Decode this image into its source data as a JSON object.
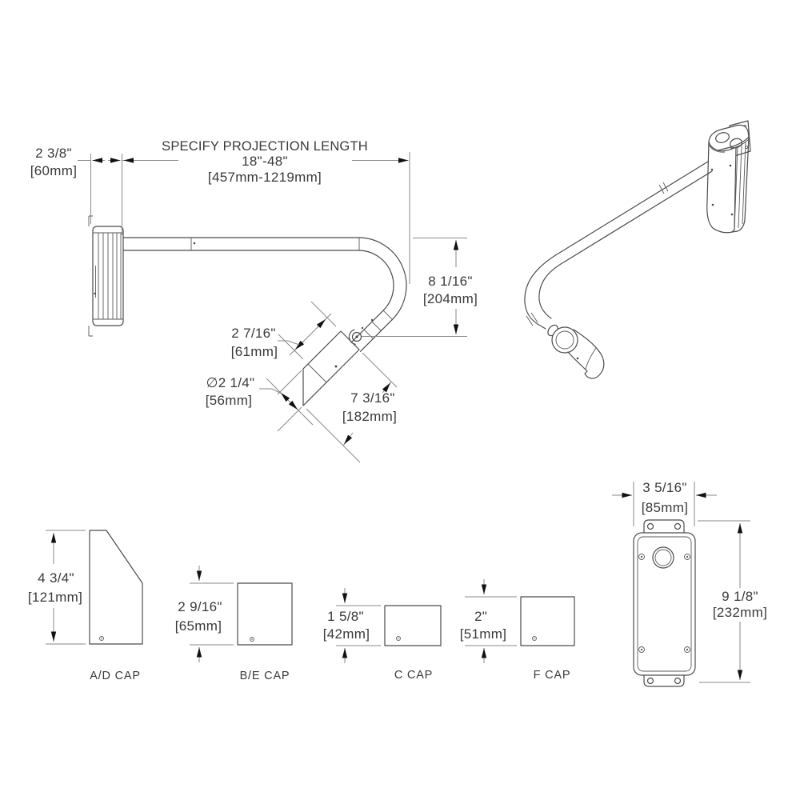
{
  "drawing": {
    "side_view": {
      "plate_depth_in": "2 3/8\"",
      "plate_depth_mm": "[60mm]",
      "projection_title": "SPECIFY PROJECTION LENGTH",
      "projection_range_in": "18\"-48\"",
      "projection_range_mm": "[457mm-1219mm]",
      "drop_in": "8 1/16\"",
      "drop_mm": "[204mm]",
      "swivel_width_in": "2 7/16\"",
      "swivel_width_mm": "[61mm]",
      "barrel_diameter_in": "∅2 1/4\"",
      "barrel_diameter_mm": "[56mm]",
      "head_length_in": "7 3/16\"",
      "head_length_mm": "[182mm]"
    },
    "caps": [
      {
        "id": "ad",
        "label": "A/D CAP",
        "dim_in": "4 3/4\"",
        "dim_mm": "[121mm]"
      },
      {
        "id": "be",
        "label": "B/E CAP",
        "dim_in": "2 9/16\"",
        "dim_mm": "[65mm]"
      },
      {
        "id": "c",
        "label": "C CAP",
        "dim_in": "1 5/8\"",
        "dim_mm": "[42mm]"
      },
      {
        "id": "f",
        "label": "F CAP",
        "dim_in": "2\"",
        "dim_mm": "[51mm]"
      }
    ],
    "back_box": {
      "width_in": "3 5/16\"",
      "width_mm": "[85mm]",
      "height_in": "9 1/8\"",
      "height_mm": "[232mm]"
    },
    "colors": {
      "line": "#4c4c4c",
      "dimension": "#8a8a8a",
      "arrow": "#111111",
      "text": "#3a3a3a",
      "background": "#ffffff"
    }
  }
}
